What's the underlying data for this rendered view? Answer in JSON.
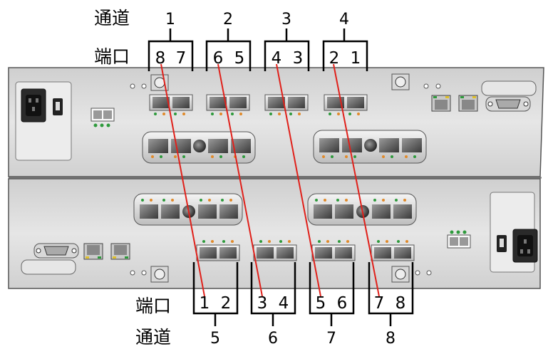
{
  "top": {
    "channel_label": "通道",
    "port_label": "端口",
    "channels": [
      "1",
      "2",
      "3",
      "4"
    ],
    "ports": [
      [
        "8",
        "7"
      ],
      [
        "6",
        "5"
      ],
      [
        "4",
        "3"
      ],
      [
        "2",
        "1"
      ]
    ]
  },
  "bottom": {
    "channel_label": "通道",
    "port_label": "端口",
    "channels": [
      "5",
      "6",
      "7",
      "8"
    ],
    "ports": [
      [
        "1",
        "2"
      ],
      [
        "3",
        "4"
      ],
      [
        "5",
        "6"
      ],
      [
        "7",
        "8"
      ]
    ]
  },
  "colors": {
    "chassis": "#dcdcdc",
    "chassis_dark": "#8a8a8a",
    "cable": "#e0201a",
    "led_green": "#2e9a3c",
    "led_orange": "#e08a2a",
    "bracket": "#000000"
  }
}
